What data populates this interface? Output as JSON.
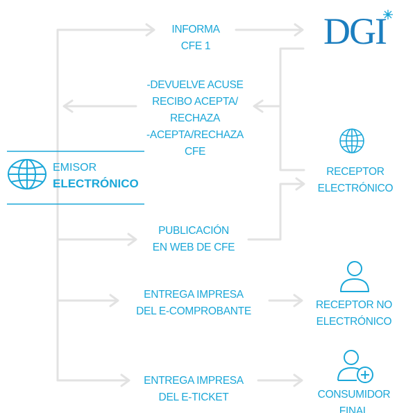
{
  "colors": {
    "accent": "#1ba7d8",
    "logo": "#1b7ebf",
    "line": "#e2e2e2"
  },
  "emisor": {
    "line1": "EMISOR",
    "line2": "ELECTRÓNICO",
    "icon": "globe-icon"
  },
  "logo": {
    "text": "DGI"
  },
  "steps": {
    "informa": [
      "INFORMA",
      "CFE 1"
    ],
    "devuelve": [
      "-DEVUELVE ACUSE",
      "RECIBO ACEPTA/",
      "RECHAZA",
      "-ACEPTA/RECHAZA",
      "CFE"
    ],
    "publicacion": [
      "PUBLICACIÓN",
      "EN WEB DE CFE"
    ],
    "entrega_comprobante": [
      "ENTREGA IMPRESA",
      "DEL E-COMPROBANTE"
    ],
    "entrega_ticket": [
      "ENTREGA IMPRESA",
      "DEL E-TICKET"
    ]
  },
  "receivers": {
    "receptor_electronico": {
      "lines": [
        "RECEPTOR",
        "ELECTRÓNICO"
      ],
      "icon": "globe-icon"
    },
    "receptor_no_electronico": {
      "lines": [
        "RECEPTOR NO",
        "ELECTRÓNICO"
      ],
      "icon": "user-icon"
    },
    "consumidor_final": {
      "lines": [
        "CONSUMIDOR",
        "FINAL"
      ],
      "icon": "user-plus-icon"
    }
  }
}
